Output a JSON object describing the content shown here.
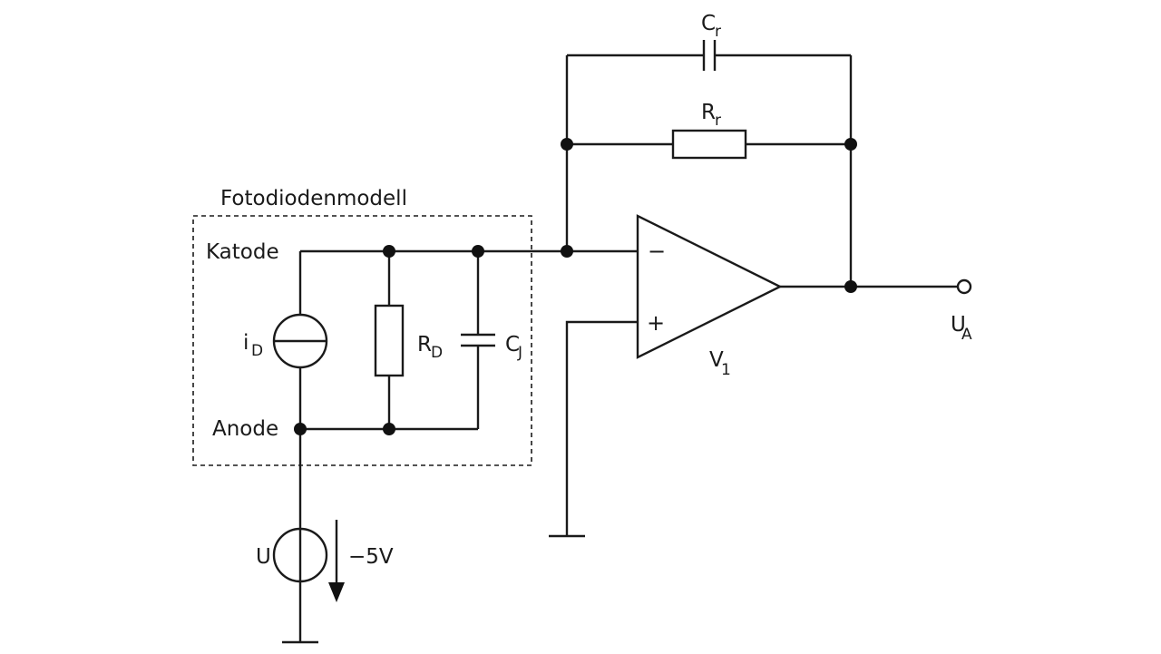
{
  "model_box": {
    "title": "Fotodiodenmodell"
  },
  "nodes": {
    "cathode": "Katode",
    "anode": "Anode"
  },
  "components": {
    "current_source": {
      "symbol": "i",
      "sub": "D"
    },
    "resistor_d": {
      "symbol": "R",
      "sub": "D"
    },
    "capacitor_j": {
      "symbol": "C",
      "sub": "J"
    },
    "feedback_resistor": {
      "symbol": "R",
      "sub": "r"
    },
    "feedback_capacitor": {
      "symbol": "C",
      "sub": "r"
    },
    "opamp": {
      "symbol": "V",
      "sub": "1",
      "inverting_sign": "−",
      "noninverting_sign": "+"
    },
    "bias_source": {
      "symbol": "U",
      "value": "−5V"
    },
    "output": {
      "symbol": "U",
      "sub": "A"
    }
  }
}
